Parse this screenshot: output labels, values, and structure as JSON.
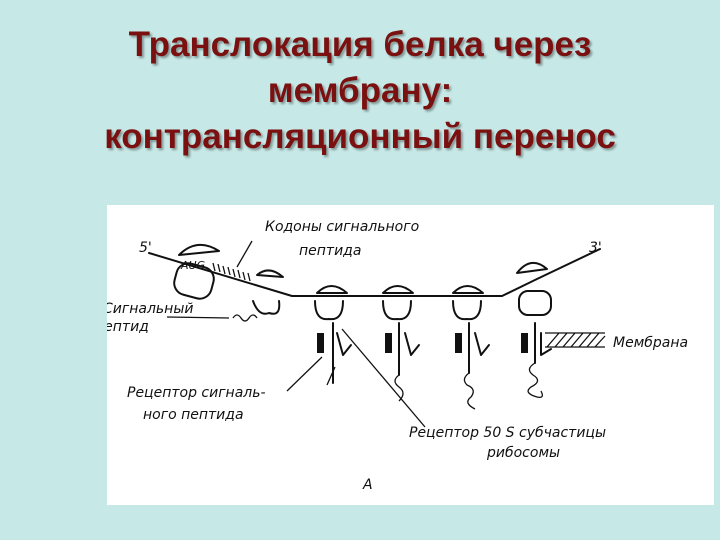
{
  "title": {
    "line1": "Транслокация белка через",
    "line2": "мембрану:",
    "line3": "контрансляционный перенос"
  },
  "diagram": {
    "label_5prime": "5'",
    "label_3prime": "3'",
    "codons_line1": "Кодоны сигнального",
    "codons_line2": "пептида",
    "signal_line1": "Сигнальный",
    "signal_line2": "пептид",
    "membrane": "Мембрана",
    "srp_line1": "Рецептор сигналь-",
    "srp_line2": "ного пептида",
    "ribo_line1": "Рецептор 50 S субчастицы",
    "ribo_line2": "рибосомы",
    "aug": "AUG",
    "panel_letter": "A"
  },
  "colors": {
    "background": "#c6e8e6",
    "title": "#7a1010",
    "panel": "#ffffff",
    "ink": "#111111"
  }
}
